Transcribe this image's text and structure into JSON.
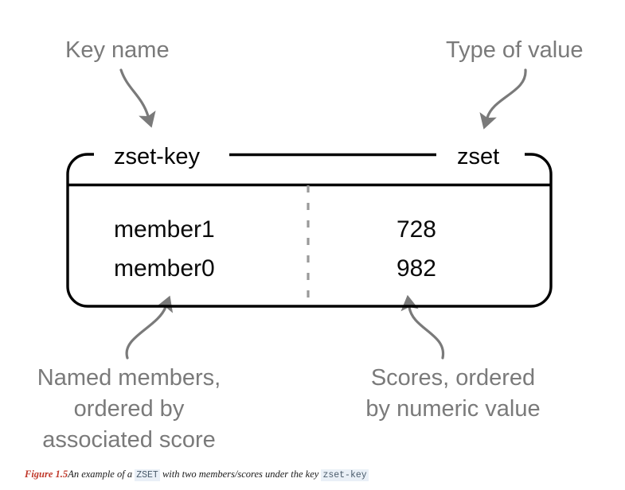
{
  "figure": {
    "annotations": {
      "key_name": "Key name",
      "type_of_value": "Type of value",
      "members_note_line1": "Named members,",
      "members_note_line2": "ordered by",
      "members_note_line3": "associated score",
      "scores_note_line1": "Scores, ordered",
      "scores_note_line2": "by numeric value"
    },
    "box": {
      "key_label": "zset-key",
      "type_label": "zset",
      "rows": [
        {
          "member": "member1",
          "score": "728"
        },
        {
          "member": "member0",
          "score": "982"
        }
      ]
    },
    "caption": {
      "figure_number": "Figure 1.5",
      "text_part1": "An example of a ",
      "code1": "ZSET",
      "text_part2": " with two members/scores under the key ",
      "code2": "zset-key"
    },
    "colors": {
      "annotation_gray": "#7a7a7a",
      "box_stroke": "#000000",
      "divider_gray": "#9a9a9a",
      "caption_red": "#c0392b",
      "code_background": "#eaf0f7"
    }
  }
}
